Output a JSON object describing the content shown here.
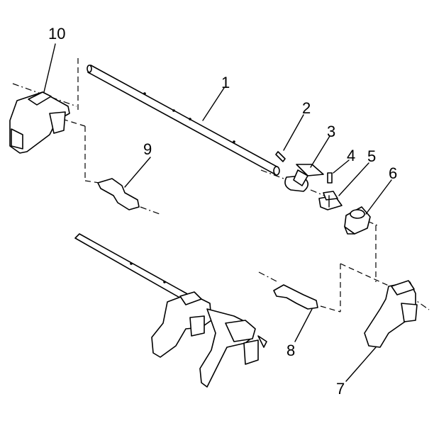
{
  "diagram": {
    "callouts": [
      {
        "id": "1",
        "text": "1"
      },
      {
        "id": "2",
        "text": "2"
      },
      {
        "id": "3",
        "text": "3"
      },
      {
        "id": "4",
        "text": "4"
      },
      {
        "id": "5",
        "text": "5"
      },
      {
        "id": "6",
        "text": "6"
      },
      {
        "id": "7",
        "text": "7"
      },
      {
        "id": "8",
        "text": "8"
      },
      {
        "id": "9",
        "text": "9"
      },
      {
        "id": "10",
        "text": "10"
      }
    ],
    "colors": {
      "ink": "#000000",
      "paper": "#ffffff"
    }
  }
}
